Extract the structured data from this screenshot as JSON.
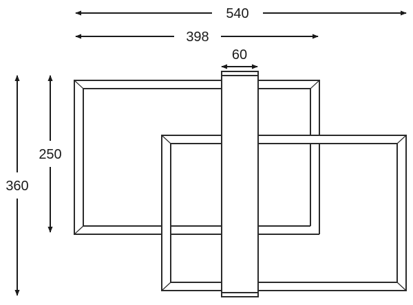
{
  "dimensions": {
    "overall_width": "540",
    "rect_width": "398",
    "bar_width": "60",
    "rect_height": "250",
    "overall_height": "360"
  }
}
